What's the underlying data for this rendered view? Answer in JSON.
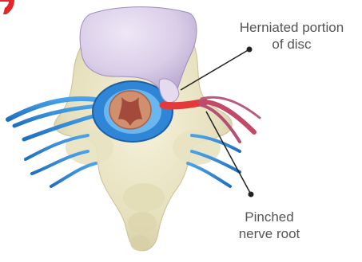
{
  "figure": {
    "labels": {
      "herniated": [
        "Herniated portion",
        "of disc"
      ],
      "pinched": [
        "Pinched",
        "nerve root"
      ]
    },
    "colors": {
      "background": "#ffffff",
      "bone": "#ebe6c7",
      "disc": "#d9cde8",
      "nerve": "#2f86d6",
      "pinched_nerve": "#e23a3a",
      "spinal_cord": "#d0906d",
      "pointer": "#222222",
      "label_text": "#555555",
      "accent": "#e8242a"
    }
  }
}
